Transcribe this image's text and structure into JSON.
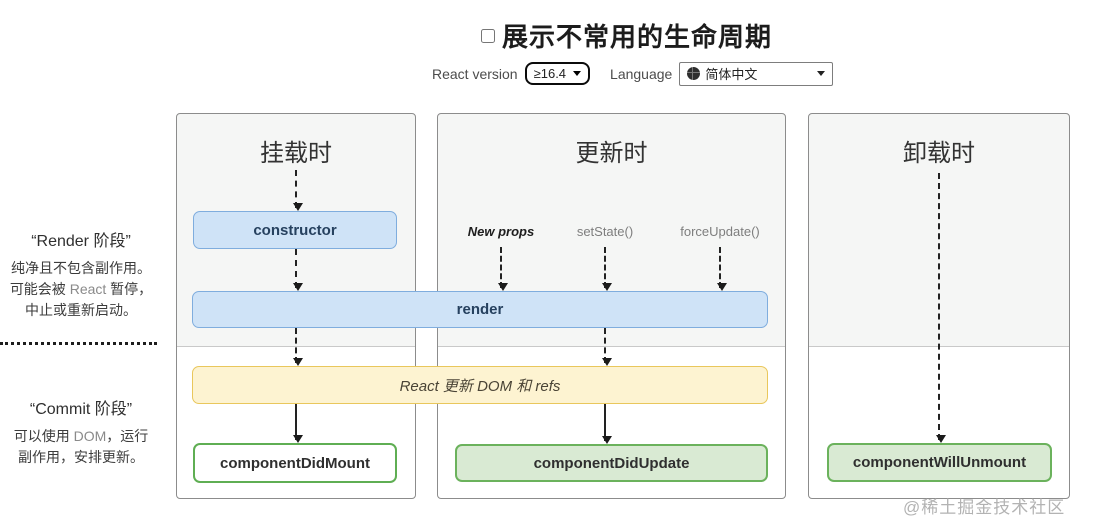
{
  "header": {
    "show_less_common_label": "展示不常用的生命周期",
    "react_version_label": "React version",
    "react_version_value": "≥16.4",
    "language_label": "Language",
    "language_value": "简体中文"
  },
  "sidebar": {
    "render_phase_title": "“Render 阶段”",
    "render_line1": "纯净且不包含副作用。",
    "render_line2_pre": "可能会被 ",
    "render_line2_code": "React",
    "render_line2_post": " 暂停，",
    "render_line3": "中止或重新启动。",
    "commit_phase_title": "“Commit 阶段”",
    "commit_line1_pre": "可以使用 ",
    "commit_line1_code": "DOM",
    "commit_line1_post": "，运行",
    "commit_line2": "副作用，安排更新。"
  },
  "columns": {
    "mounting_title": "挂载时",
    "updating_title": "更新时",
    "unmounting_title": "卸载时"
  },
  "triggers": {
    "new_props": "New props",
    "set_state": "setState()",
    "force_update": "forceUpdate()"
  },
  "boxes": {
    "constructor": "constructor",
    "render": "render",
    "dom_update": "React 更新 DOM 和 refs",
    "component_did_mount": "componentDidMount",
    "component_did_update": "componentDidUpdate",
    "component_will_unmount": "componentWillUnmount"
  },
  "watermark": "@稀土掘金技术社区",
  "colors": {
    "blue_fill": "#cfe3f7",
    "blue_border": "#7fadde",
    "yellow_fill": "#fdf3d1",
    "yellow_border": "#e9c75c",
    "green_fill": "#d9ead3",
    "green_border": "#6bb25c",
    "render_phase_bg": "#f5f6f5",
    "commit_phase_bg": "#ffffff"
  }
}
